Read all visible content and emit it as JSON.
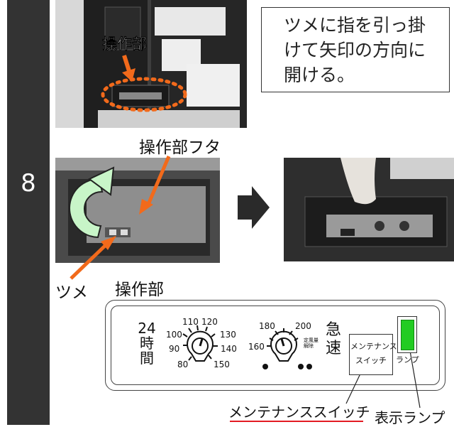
{
  "step": {
    "number": "8"
  },
  "callout": {
    "lines": [
      "ツメに指を引っ掛",
      "けて矢印の方向に",
      "開ける。"
    ]
  },
  "photo1": {
    "label": "操作部"
  },
  "labels": {
    "lid": "操作部フタ",
    "tab": "ツメ",
    "panel_title": "操作部"
  },
  "panel": {
    "hours_top": "24",
    "hours_mid": "時",
    "hours_bot": "間",
    "dial1_ticks": [
      "110",
      "120",
      "130",
      "140",
      "150",
      "80",
      "90",
      "100"
    ],
    "dial2_ticks": [
      "180",
      "200",
      "160"
    ],
    "dial2_note": [
      "定風量",
      "解除"
    ],
    "rapid_top": "急",
    "rapid_bot": "速",
    "maint_box_line1": "メンテナンス",
    "maint_box_line2": "スイッチ",
    "lamp_text": "ランプ"
  },
  "bottom_labels": {
    "maintenance_switch": "メンテナンススイッチ",
    "indicator_lamp": "表示ランプ"
  },
  "colors": {
    "accent_orange": "#f26a1b",
    "lamp_green": "#22cc22",
    "underline_red": "#e31b23",
    "arrow_green": "#c8f5c8"
  }
}
